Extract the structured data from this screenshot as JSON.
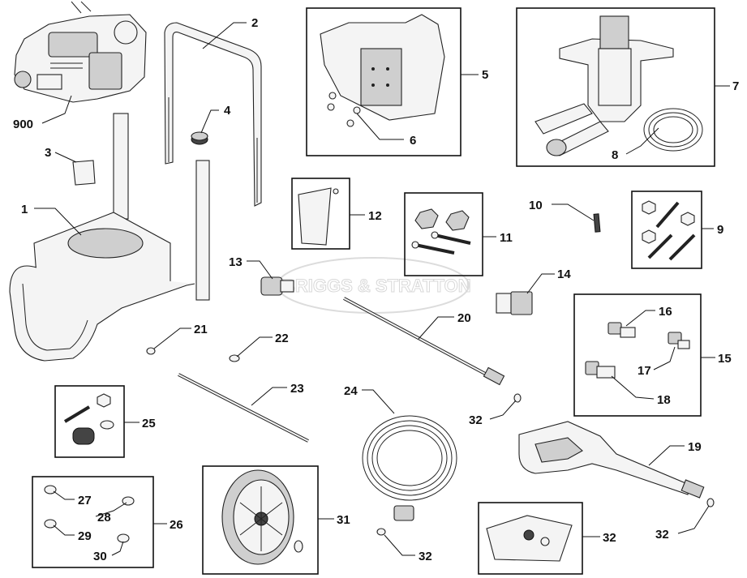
{
  "watermark": "BRIGGS & STRATTON",
  "labels": {
    "l900": "900",
    "l1": "1",
    "l2": "2",
    "l3": "3",
    "l4": "4",
    "l5": "5",
    "l6": "6",
    "l7": "7",
    "l8": "8",
    "l9": "9",
    "l10": "10",
    "l11": "11",
    "l12": "12",
    "l13": "13",
    "l14": "14",
    "l15": "15",
    "l16": "16",
    "l17": "17",
    "l18": "18",
    "l19": "19",
    "l20": "20",
    "l21": "21",
    "l22": "22",
    "l23": "23",
    "l24": "24",
    "l25": "25",
    "l26": "26",
    "l27": "27",
    "l28": "28",
    "l29": "29",
    "l30": "30",
    "l31": "31",
    "l32a": "32",
    "l32b": "32",
    "l32c": "32",
    "l32d": "32"
  }
}
